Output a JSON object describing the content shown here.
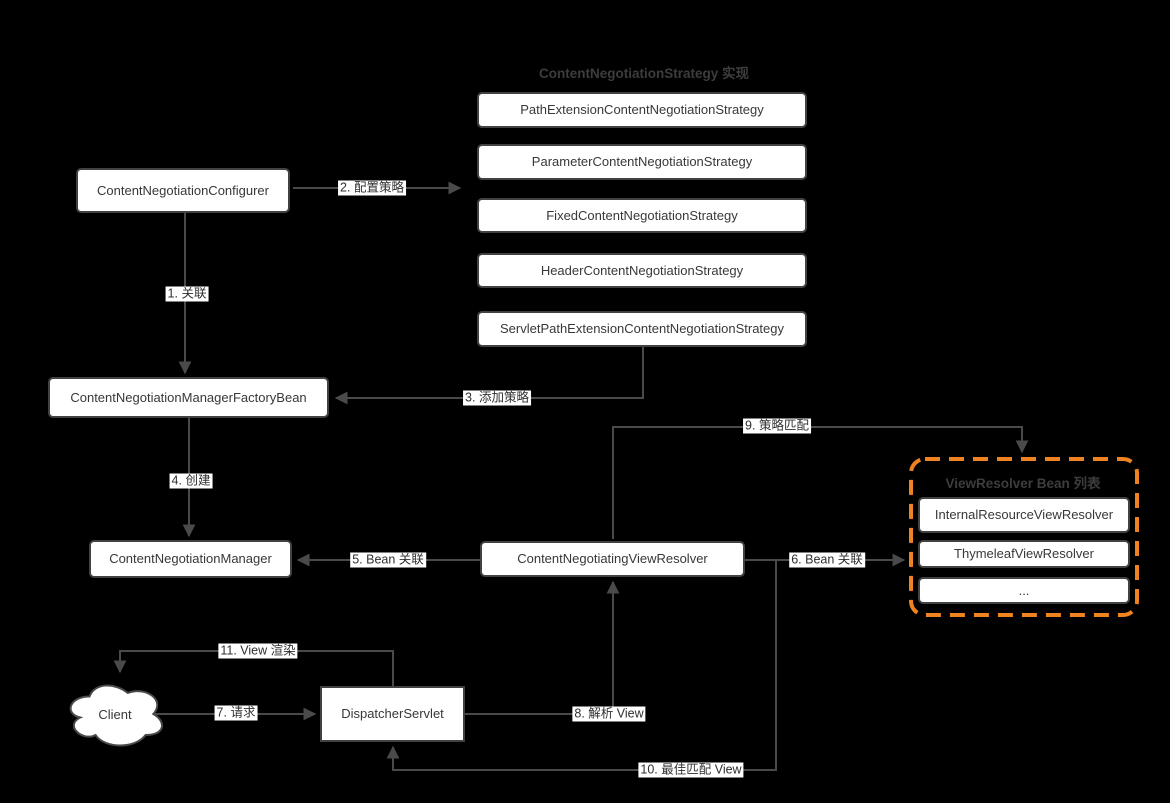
{
  "colors": {
    "background": "#000000",
    "node_fill": "#ffffff",
    "node_border": "#424242",
    "node_text": "#383838",
    "edge_color": "#4a4a4a",
    "label_bg": "#ffffff",
    "label_text": "#2f2f2f",
    "muted_title": "#3d3d3d",
    "accent_orange": "#ef8322"
  },
  "diagram": {
    "strategy_group": {
      "title": "ContentNegotiationStrategy 实现",
      "items": [
        "PathExtensionContentNegotiationStrategy",
        "ParameterContentNegotiationStrategy",
        "FixedContentNegotiationStrategy",
        "HeaderContentNegotiationStrategy",
        "ServletPathExtensionContentNegotiationStrategy"
      ]
    },
    "resolver_group": {
      "title": "ViewResolver Bean 列表",
      "items": [
        "InternalResourceViewResolver",
        "ThymeleafViewResolver",
        "..."
      ]
    },
    "nodes": {
      "configurer": "ContentNegotiationConfigurer",
      "factory_bean": "ContentNegotiationManagerFactoryBean",
      "manager": "ContentNegotiationManager",
      "view_resolver": "ContentNegotiatingViewResolver",
      "dispatcher": "DispatcherServlet",
      "client": "Client"
    },
    "edge_labels": {
      "e1": "1. 关联",
      "e2": "2. 配置策略",
      "e3": "3. 添加策略",
      "e4": "4. 创建",
      "e5": "5. Bean 关联",
      "e6": "6. Bean 关联",
      "e7": "7. 请求",
      "e8": "8. 解析 View",
      "e9": "9. 策略匹配",
      "e10": "10. 最佳匹配 View",
      "e11": "11. View 渲染"
    }
  }
}
